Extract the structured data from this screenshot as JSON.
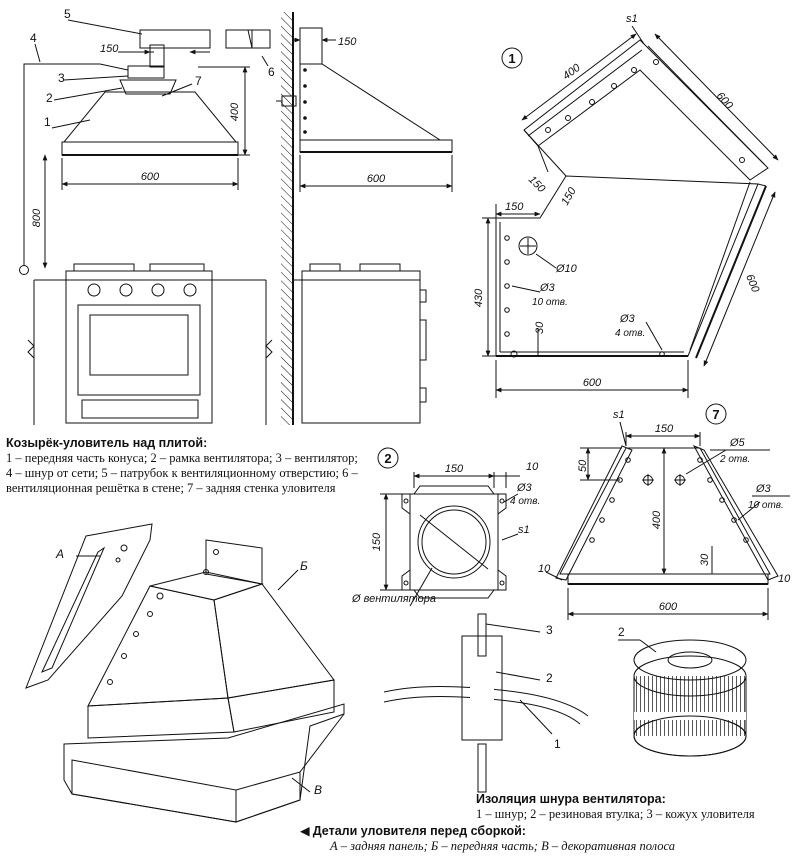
{
  "views": {
    "front_view": {
      "dims": {
        "pipe_offset": "150",
        "hood_height": "400",
        "hood_width": "600",
        "cord_height": "800"
      },
      "callouts": [
        "1",
        "2",
        "3",
        "4",
        "5",
        "6",
        "7"
      ]
    },
    "side_view": {
      "dims": {
        "pipe_offset": "150",
        "hood_width": "600"
      }
    },
    "detail_1": {
      "number": "1",
      "labels": {
        "sheet": "s1",
        "edge_400": "400",
        "edge_600_top": "600",
        "edge_150_a": "150",
        "edge_150_b": "150",
        "edge_150_top": "150",
        "height_430": "430",
        "hole_10": "Ø10",
        "holes_3_a": "Ø3",
        "holes_3_a_count": "10 отв.",
        "holes_3_b": "Ø3",
        "holes_3_b_count": "4 отв.",
        "offset_30": "30",
        "edge_600_right": "600",
        "base_600": "600"
      }
    },
    "detail_2": {
      "number": "2",
      "labels": {
        "width_150": "150",
        "tab_10": "10",
        "height_150": "150",
        "holes": "Ø3",
        "holes_count": "4 отв.",
        "sheet": "s1",
        "fan_diam": "Ø вентилятора"
      }
    },
    "detail_7": {
      "number": "7",
      "labels": {
        "sheet": "s1",
        "top_150": "150",
        "hole_5": "Ø5",
        "hole_5_count": "2 отв.",
        "side_50": "50",
        "height_400": "400",
        "holes_3": "Ø3",
        "holes_3_count": "10 отв.",
        "offset_30": "30",
        "edge_10_left": "10",
        "edge_10_right": "10",
        "base_600": "600"
      }
    },
    "isometric": {
      "labels": [
        "А",
        "Б",
        "В"
      ]
    },
    "cord_insulation": {
      "callouts": [
        "1",
        "2",
        "3"
      ]
    },
    "grommet": {
      "callout": "2"
    }
  },
  "captions": {
    "hood": {
      "title": "Козырёк-уловитель над плитой:",
      "text": "1 – передняя часть конуса; 2 – рамка вентилятора; 3 – вентилятор; 4 – шнур от сети; 5 – патрубок к вентиляционному отверстию; 6 – вентиляционная решётка в стене; 7 – задняя стенка уловителя"
    },
    "cord": {
      "title": "Изоляция шнура вентилятора:",
      "text": "1 – шнур; 2 – резиновая втулка; 3 – кожух уловителя"
    },
    "parts": {
      "marker": "◀",
      "title": "Детали уловителя перед сборкой:",
      "text": "А – задняя панель; Б – передняя часть; В – декоративная полоса"
    }
  }
}
